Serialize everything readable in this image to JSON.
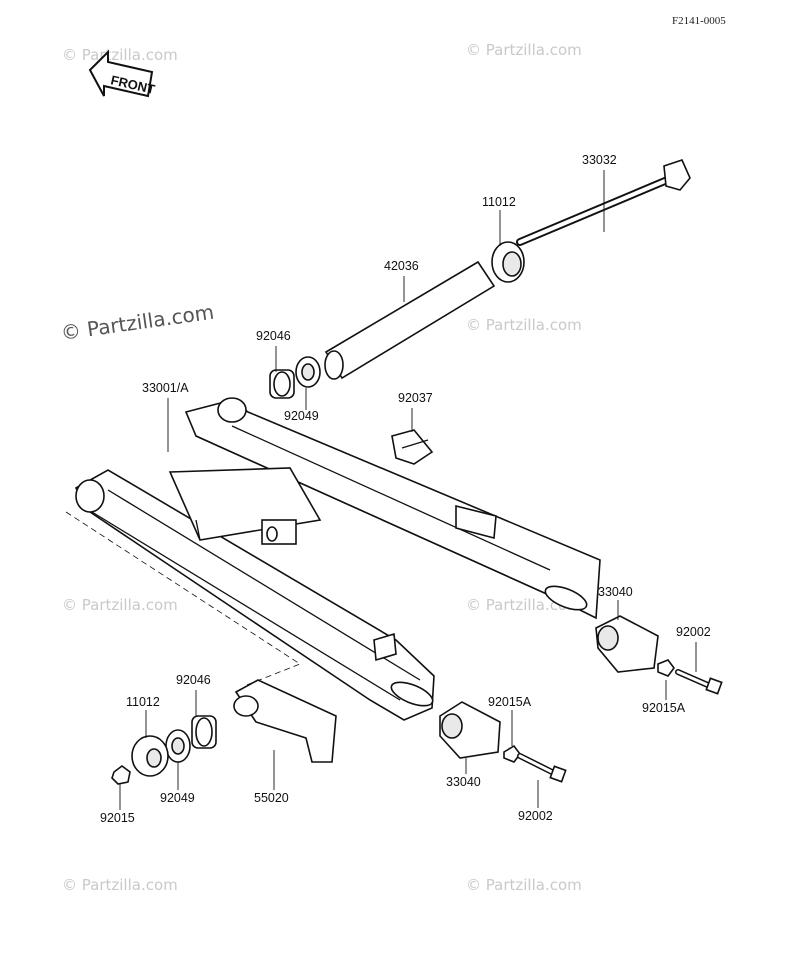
{
  "ref_code": "F2141-0005",
  "front_label": "FRONT",
  "watermark_main": "© Partzilla.com",
  "watermark_small": "© Partzilla.com",
  "parts": {
    "p33032": "33032",
    "p11012_top": "11012",
    "p42036": "42036",
    "p92046_top": "92046",
    "p92049_top": "92049",
    "p92037": "92037",
    "p33001a": "33001/A",
    "p33040_right": "33040",
    "p92002_right": "92002",
    "p92015a_right": "92015A",
    "p92015a_mid": "92015A",
    "p33040_mid": "33040",
    "p92002_mid": "92002",
    "p92046_bottom": "92046",
    "p11012_bottom": "11012",
    "p55020": "55020",
    "p92049_bottom": "92049",
    "p92015": "92015"
  }
}
